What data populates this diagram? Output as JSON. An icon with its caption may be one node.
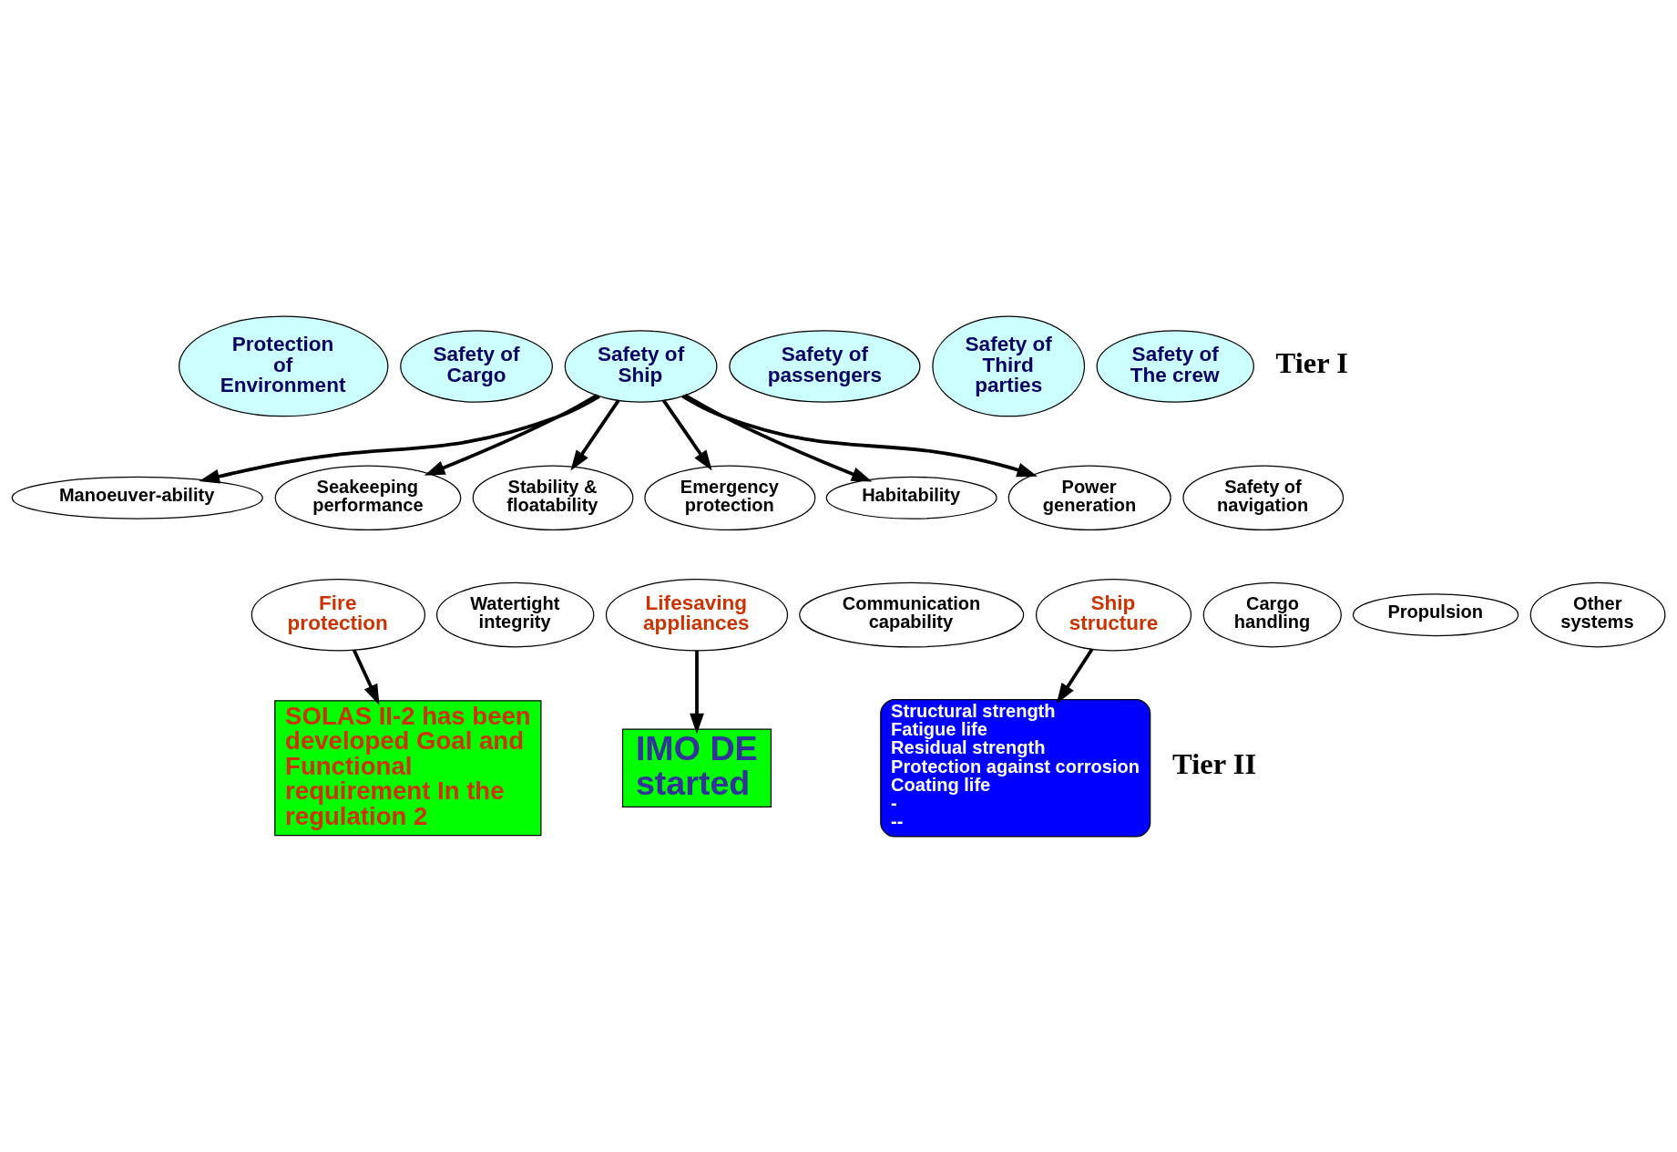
{
  "diagram": {
    "nodes": [
      {
        "text": [
          "Protection of Environment"
        ]
      },
      {
        "text": [
          "Safety of Cargo"
        ]
      },
      {
        "text": [
          "Safety of Ship"
        ]
      },
      {
        "text": [
          "Safety of passengers"
        ]
      },
      {
        "text": [
          "Safety of Third parties"
        ]
      },
      {
        "text": [
          "Safety of The crew"
        ]
      },
      {
        "text": [
          "Manoeuver-ability"
        ]
      },
      {
        "text": [
          "Seakeeping performance"
        ]
      },
      {
        "text": [
          "Stability & floatability"
        ]
      },
      {
        "text": [
          "Emergency protection"
        ]
      },
      {
        "text": [
          "Habitability"
        ]
      },
      {
        "text": [
          "Power generation"
        ]
      },
      {
        "text": [
          "Safety of navigation"
        ]
      },
      {
        "text": [
          "Fire protection"
        ]
      },
      {
        "text": [
          "Watertight integrity"
        ]
      },
      {
        "text": [
          "Lifesaving appliances"
        ]
      },
      {
        "text": [
          "Communication capability"
        ]
      },
      {
        "text": [
          "Ship structure"
        ]
      },
      {
        "text": [
          "Cargo handling"
        ]
      },
      {
        "text": [
          "Propulsion"
        ]
      },
      {
        "text": [
          "Other systems"
        ]
      },
      {
        "text": [
          "SOLAS II-2 has been developed Goal and Functional requirement In the regulation 2"
        ]
      },
      {
        "text": [
          "IMO DE started"
        ]
      },
      {
        "text": [
          "Structural strength",
          "Fatigue life",
          "Residual strength",
          "Protection against corrosion",
          "Coating life",
          "-",
          "--"
        ]
      }
    ],
    "edges": [
      {
        "from": 2,
        "to": 6,
        "arrow": "to"
      },
      {
        "from": 2,
        "to": 7,
        "arrow": "to"
      },
      {
        "from": 2,
        "to": 8,
        "arrow": "to"
      },
      {
        "from": 2,
        "to": 9,
        "arrow": "to"
      },
      {
        "from": 2,
        "to": 10,
        "arrow": "to"
      },
      {
        "from": 2,
        "to": 11,
        "arrow": "to"
      },
      {
        "from": 13,
        "to": 21,
        "arrow": "to"
      },
      {
        "from": 15,
        "to": 22,
        "arrow": "to"
      },
      {
        "from": 17,
        "to": 23,
        "arrow": "to"
      }
    ],
    "labels": [
      "Tier I",
      "Tier II"
    ]
  }
}
